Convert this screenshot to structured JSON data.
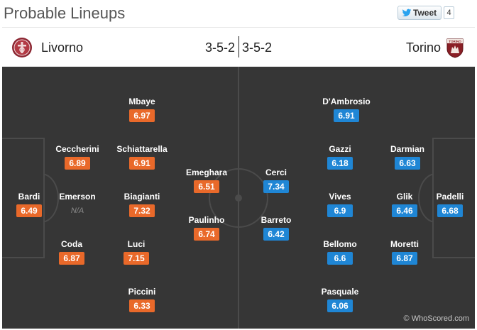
{
  "page": {
    "title": "Probable Lineups"
  },
  "tweet": {
    "label": "Tweet",
    "count": "4",
    "icon": "twitter-bird-icon"
  },
  "home": {
    "name": "Livorno",
    "formation": "3-5-2",
    "crest_icon": "livorno-crest-icon",
    "rating_color": "#e9692a",
    "players": [
      {
        "name": "Bardi",
        "rating": "6.49"
      },
      {
        "name": "Ceccherini",
        "rating": "6.89"
      },
      {
        "name": "Emerson",
        "rating": "N/A"
      },
      {
        "name": "Coda",
        "rating": "6.87"
      },
      {
        "name": "Mbaye",
        "rating": "6.97"
      },
      {
        "name": "Schiattarella",
        "rating": "6.91"
      },
      {
        "name": "Biagianti",
        "rating": "7.32"
      },
      {
        "name": "Luci",
        "rating": "7.15"
      },
      {
        "name": "Piccini",
        "rating": "6.33"
      },
      {
        "name": "Emeghara",
        "rating": "6.51"
      },
      {
        "name": "Paulinho",
        "rating": "6.74"
      }
    ]
  },
  "away": {
    "name": "Torino",
    "formation": "3-5-2",
    "crest_icon": "torino-crest-icon",
    "crest_text": "TORINO",
    "rating_color": "#1f86d5",
    "players": [
      {
        "name": "Padelli",
        "rating": "6.68"
      },
      {
        "name": "Darmian",
        "rating": "6.63"
      },
      {
        "name": "Glik",
        "rating": "6.46"
      },
      {
        "name": "Moretti",
        "rating": "6.87"
      },
      {
        "name": "D'Ambrosio",
        "rating": "6.91"
      },
      {
        "name": "Gazzi",
        "rating": "6.18"
      },
      {
        "name": "Vives",
        "rating": "6.9"
      },
      {
        "name": "Bellomo",
        "rating": "6.6"
      },
      {
        "name": "Pasquale",
        "rating": "6.06"
      },
      {
        "name": "Cerci",
        "rating": "7.34"
      },
      {
        "name": "Barreto",
        "rating": "6.42"
      }
    ]
  },
  "pitch": {
    "color": "#363636",
    "line_color": "#4b4b4b"
  },
  "watermark": "© WhoScored.com"
}
